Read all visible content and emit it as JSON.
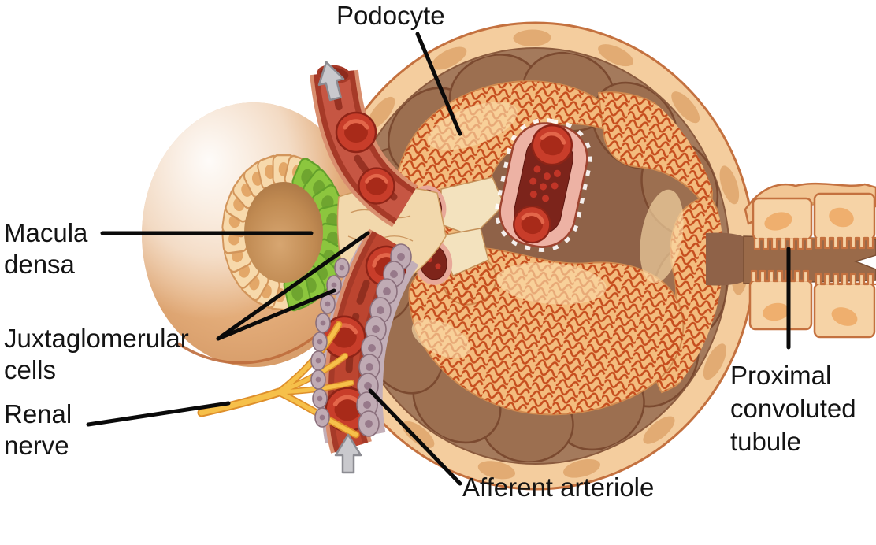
{
  "labels": {
    "podocyte": "Podocyte",
    "macula_densa_line1": "Macula",
    "macula_densa_line2": "densa",
    "juxtaglomerular_line1": "Juxtaglomerular",
    "juxtaglomerular_line2": "cells",
    "renal_nerve_line1": "Renal",
    "renal_nerve_line2": "nerve",
    "afferent_arteriole": "Afferent arteriole",
    "proximal_line1": "Proximal",
    "proximal_line2": "convoluted",
    "proximal_line3": "tubule"
  },
  "colors": {
    "background": "#FFFFFF",
    "label_text": "#141414",
    "leader_line": "#0A0A0A",
    "capsule_peach": "#F4CD9E",
    "capsule_outline": "#C4713F",
    "parietal_brown": "#A47A5C",
    "capillary_orange": "#F3BC7E",
    "podocyte_squiggle": "#C64E1E",
    "arteriole_wall": "#A63A28",
    "arteriole_lumen": "#BC4530",
    "rbc_red": "#C83D2A",
    "macula_densa_green": "#8CC63E",
    "jg_cell_mauve": "#C0ABB4",
    "nerve_yellow": "#F6C04A",
    "flow_arrow_gray": "#C9C9CD"
  },
  "icons": {
    "flow_arrow_top": "blood-flow-direction-arrow",
    "flow_arrow_bottom": "blood-flow-direction-arrow"
  }
}
